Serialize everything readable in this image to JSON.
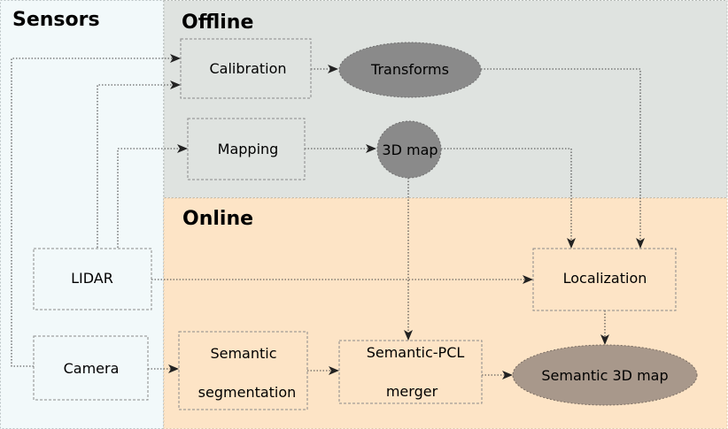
{
  "regions": {
    "sensors": {
      "title": "Sensors"
    },
    "offline": {
      "title": "Offline"
    },
    "online": {
      "title": "Online"
    }
  },
  "nodes": {
    "calibration": {
      "label": "Calibration"
    },
    "transforms": {
      "label": "Transforms"
    },
    "mapping": {
      "label": "Mapping"
    },
    "map3d": {
      "label": "3D map"
    },
    "lidar": {
      "label": "LIDAR"
    },
    "localization": {
      "label": "Localization"
    },
    "camera": {
      "label": "Camera"
    },
    "semseg": {
      "line1": "Semantic",
      "line2": "segmentation"
    },
    "pclmerger": {
      "line1": "Semantic-PCL",
      "line2": "merger"
    },
    "semmap": {
      "label": "Semantic 3D map"
    }
  },
  "colors": {
    "sensors_bg": "#f2f9fa",
    "offline_bg": "#dfe3e0",
    "online_bg": "#fde4c6",
    "ellipse_grey": "#8a8a8a",
    "ellipse_brown": "#a8988b",
    "box_stroke": "#8a8a8a",
    "edge": "#444444"
  }
}
